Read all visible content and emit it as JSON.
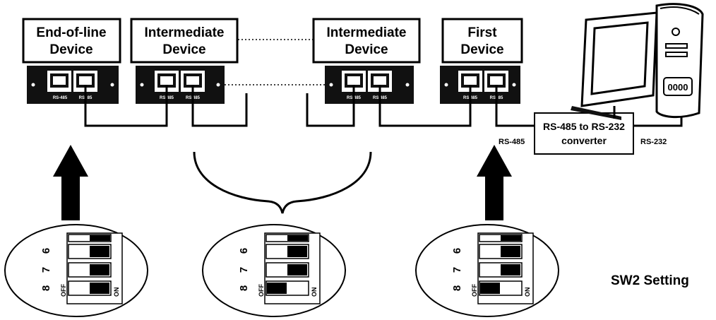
{
  "devices": {
    "end_of_line": {
      "line1": "End-of-line",
      "line2": "Device"
    },
    "intermediate_1": {
      "line1": "Intermediate",
      "line2": "Device"
    },
    "intermediate_2": {
      "line1": "Intermediate",
      "line2": "Device"
    },
    "first": {
      "line1": "First",
      "line2": "Device"
    }
  },
  "ports": {
    "end_left": "RS-485",
    "end_right": "RS- 85",
    "int1_left": "RS 485",
    "int1_right": "RS 485",
    "int2_left": "RS 485",
    "int2_right": "RS 485",
    "first_left": "RS 485",
    "first_right": "RS- 85"
  },
  "converter": {
    "line1": "RS-485 to RS-232",
    "line2": "converter",
    "left_label": "RS-485",
    "right_label": "RS-232"
  },
  "computer": {
    "tower_label": "0000"
  },
  "dip": {
    "numbers": [
      "6",
      "7",
      "8"
    ],
    "off_label": "OFF",
    "on_label": "ON",
    "settings": [
      {
        "switch8": "ON"
      },
      {
        "switch8": "OFF"
      },
      {
        "switch8": "OFF"
      }
    ]
  },
  "sw2_label": "SW2 Setting"
}
